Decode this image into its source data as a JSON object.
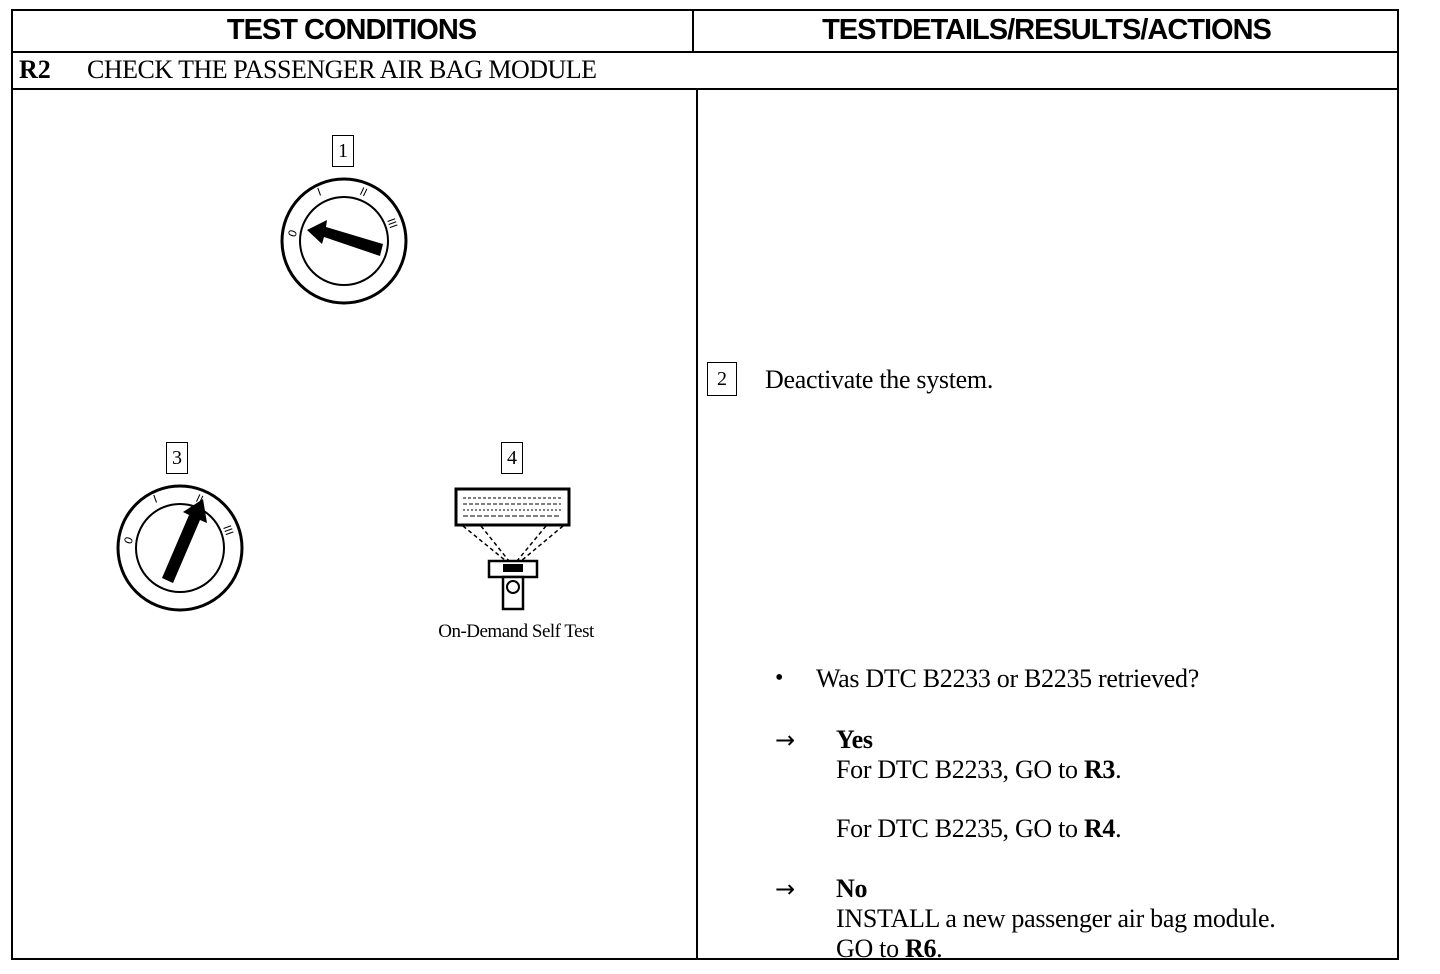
{
  "header": {
    "left": "TEST CONDITIONS",
    "right": "TESTDETAILS/RESULTS/ACTIONS"
  },
  "step": {
    "id": "R2",
    "title": "CHECK THE PASSENGER AIR BAG MODULE"
  },
  "conditions": {
    "items": [
      {
        "number": "1",
        "icon": "ignition-switch-icon",
        "position_label": "0"
      },
      {
        "number": "3",
        "icon": "ignition-switch-icon",
        "position_label": "II"
      },
      {
        "number": "4",
        "icon": "scan-tool-icon",
        "caption": "On-Demand Self Test"
      }
    ],
    "switch_marks": [
      "0",
      "I",
      "II",
      "III"
    ]
  },
  "details": {
    "step_number": "2",
    "instruction": "Deactivate the system.",
    "bullet": "•",
    "question": "Was DTC B2233 or B2235 retrieved?",
    "arrow": "→",
    "yes": {
      "label": "Yes",
      "line1_prefix": "For DTC B2233, GO to ",
      "line1_ref": "R3",
      "line1_suffix": ".",
      "line2_prefix": "For DTC B2235, GO to ",
      "line2_ref": "R4",
      "line2_suffix": "."
    },
    "no": {
      "label": "No",
      "line1": "INSTALL a new passenger air bag module.",
      "line2_prefix": "GO to ",
      "line2_ref": "R6",
      "line2_suffix": "."
    }
  }
}
